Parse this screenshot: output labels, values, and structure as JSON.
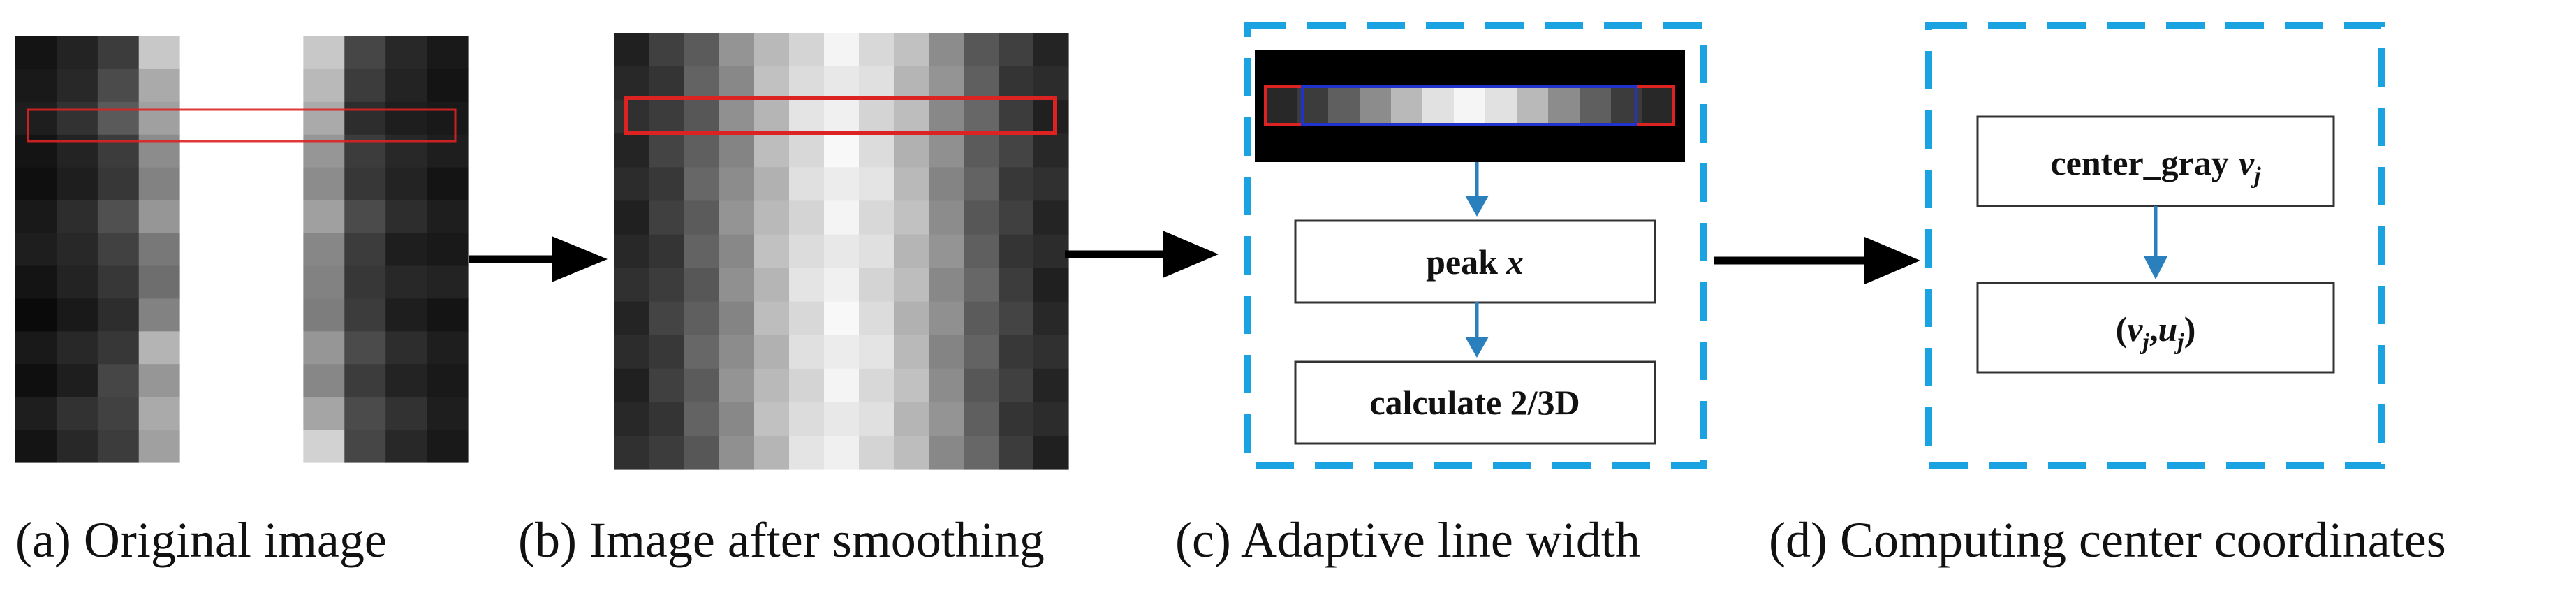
{
  "panels": {
    "a": {
      "caption": "(a) Original image",
      "pixel_grid": [
        [
          20,
          35,
          60,
          200,
          255,
          255,
          255,
          200,
          70,
          40,
          25
        ],
        [
          25,
          40,
          75,
          170,
          255,
          255,
          255,
          185,
          60,
          35,
          20
        ],
        [
          30,
          50,
          90,
          160,
          255,
          255,
          255,
          170,
          45,
          30,
          25
        ],
        [
          20,
          35,
          60,
          140,
          255,
          255,
          255,
          150,
          60,
          40,
          30
        ],
        [
          15,
          30,
          55,
          130,
          255,
          255,
          255,
          140,
          55,
          35,
          20
        ],
        [
          25,
          45,
          80,
          150,
          255,
          255,
          255,
          160,
          75,
          45,
          30
        ],
        [
          30,
          40,
          65,
          120,
          255,
          255,
          255,
          135,
          60,
          30,
          25
        ],
        [
          20,
          35,
          55,
          110,
          255,
          255,
          255,
          130,
          55,
          40,
          35
        ],
        [
          10,
          25,
          45,
          130,
          255,
          255,
          255,
          125,
          60,
          30,
          20
        ],
        [
          25,
          40,
          55,
          180,
          255,
          255,
          255,
          150,
          75,
          45,
          30
        ],
        [
          15,
          30,
          70,
          150,
          255,
          255,
          255,
          135,
          60,
          35,
          25
        ],
        [
          30,
          50,
          65,
          170,
          255,
          255,
          255,
          165,
          75,
          50,
          30
        ],
        [
          20,
          40,
          60,
          160,
          255,
          255,
          255,
          210,
          70,
          40,
          25
        ]
      ]
    },
    "b": {
      "caption": "(b) Image after smoothing",
      "column_gray": [
        40,
        60,
        95,
        140,
        185,
        220,
        240,
        220,
        185,
        140,
        95,
        60,
        40
      ]
    },
    "c": {
      "caption": "(c) Adaptive line width",
      "strip_gray": [
        40,
        60,
        95,
        140,
        185,
        225,
        245,
        225,
        185,
        140,
        95,
        60,
        40
      ],
      "box_peak": "peak",
      "box_peak_var": "x",
      "box_calc": "calculate 2/3D"
    },
    "d": {
      "caption": "(d) Computing center coordinates",
      "box_center_label": "center_gray",
      "box_center_var": "v",
      "box_center_sub": "j",
      "box_coord_open": "(",
      "box_coord_v": "v",
      "box_coord_sub1": "j",
      "box_coord_comma": ",",
      "box_coord_u": "u",
      "box_coord_sub2": "j",
      "box_coord_close": ")"
    }
  },
  "colors": {
    "dashed_border": "#1aa3e0",
    "small_arrow": "#2a7fbd",
    "big_arrow": "#000000",
    "highlight_red": "#dd2222",
    "highlight_blue": "#2233cc"
  }
}
